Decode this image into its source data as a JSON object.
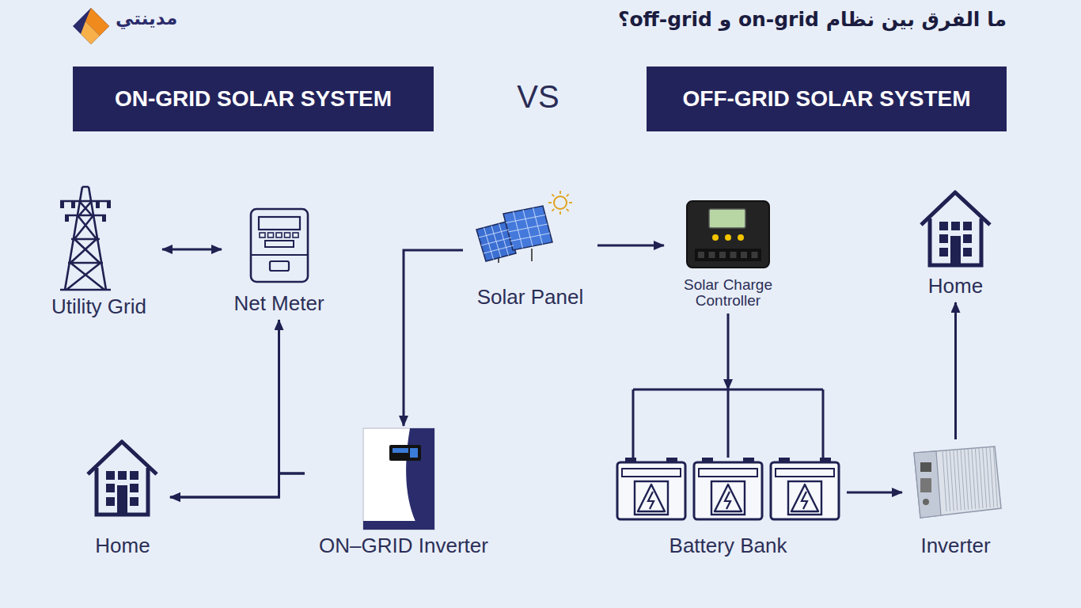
{
  "diagram": {
    "title": "ما الفرق بين نظام on-grid و off-grid؟",
    "nodes": [
      {
        "text": [
          "ON-GRID SOLAR SYSTEM"
        ]
      },
      {
        "text": [
          "OFF-GRID SOLAR SYSTEM"
        ]
      },
      {
        "text": [
          "Utility Grid"
        ]
      },
      {
        "text": [
          "Net Meter"
        ]
      },
      {
        "text": [
          "Solar Panel"
        ]
      },
      {
        "text": [
          "Solar Charge Controller"
        ]
      },
      {
        "text": [
          "Home"
        ]
      },
      {
        "text": [
          "Home"
        ]
      },
      {
        "text": [
          "ON–GRID Inverter"
        ]
      },
      {
        "text": [
          "Battery Bank"
        ]
      },
      {
        "text": [
          "Inverter"
        ]
      }
    ],
    "edges": [
      {
        "from": 2,
        "to": 3,
        "arrow": "both"
      },
      {
        "from": 8,
        "to": 3,
        "arrow": "to"
      },
      {
        "from": 8,
        "to": 7,
        "arrow": "to"
      },
      {
        "from": 3,
        "to": 7,
        "arrow": "to"
      },
      {
        "from": 4,
        "to": 8,
        "arrow": "to"
      },
      {
        "from": 4,
        "to": 5,
        "arrow": "to"
      },
      {
        "from": 5,
        "to": 9,
        "arrow": "to"
      },
      {
        "from": 9,
        "to": 10,
        "arrow": "to"
      },
      {
        "from": 10,
        "to": 6,
        "arrow": "to"
      }
    ],
    "labels": [
      "مدينتي",
      "VS"
    ]
  }
}
